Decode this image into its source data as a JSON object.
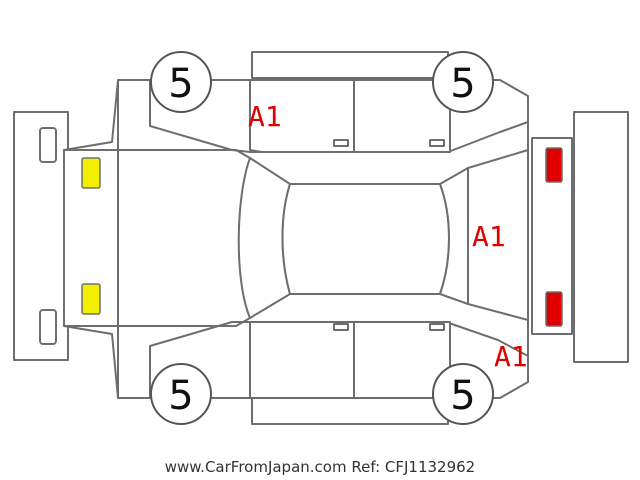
{
  "colors": {
    "outline": "#6e6e6e",
    "mark_text": "#e00000",
    "front_lamp": "#f2f000",
    "rear_lamp": "#e00000"
  },
  "tires": {
    "front_left": "5",
    "rear_left": "5",
    "front_right": "5",
    "rear_right": "5"
  },
  "damage_marks": {
    "left_front_door": "A1",
    "rear_windshield": "A1",
    "rear_right_quarter": "A1"
  },
  "footer": {
    "watermark": "www.CarFromJapan.com Ref: CFJ1132962"
  }
}
